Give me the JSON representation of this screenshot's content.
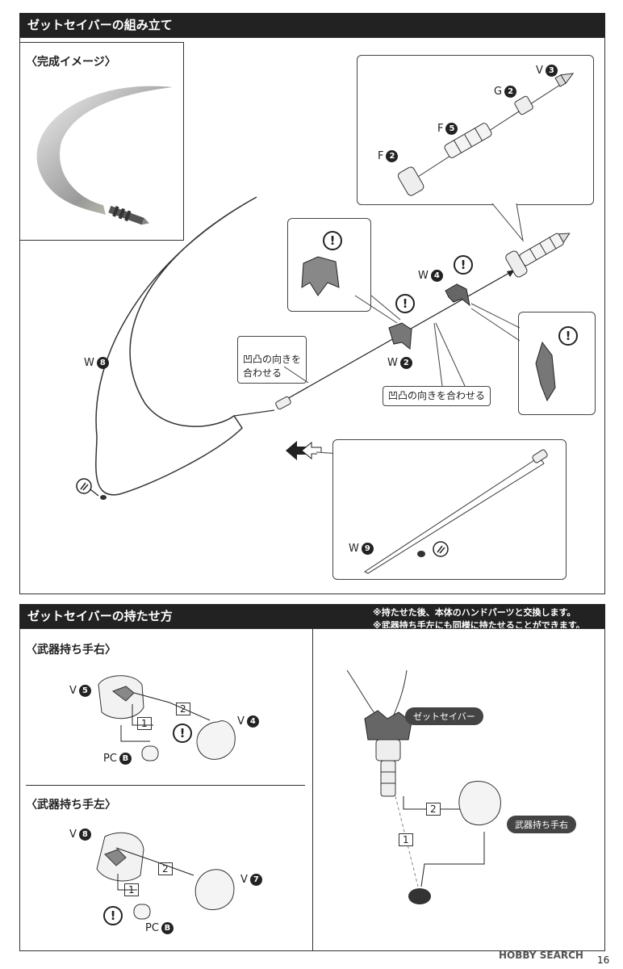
{
  "section1": {
    "title": "ゼットセイバーの組み立て",
    "preview_label": "〈完成イメージ〉",
    "parts": {
      "v3": {
        "letter": "V",
        "num": "3"
      },
      "g2": {
        "letter": "G",
        "num": "2"
      },
      "f5": {
        "letter": "F",
        "num": "5"
      },
      "f2": {
        "letter": "F",
        "num": "2"
      },
      "w4": {
        "letter": "W",
        "num": "4"
      },
      "w2": {
        "letter": "W",
        "num": "2"
      },
      "w8": {
        "letter": "W",
        "num": "8"
      },
      "w9": {
        "letter": "W",
        "num": "9"
      }
    },
    "note_align_1": "凹凸の向きを\n合わせる",
    "note_align_2": "凹凸の向きを合わせる",
    "warn_symbol": "!"
  },
  "section2": {
    "title": "ゼットセイバーの持たせ方",
    "notes": [
      "※持たせた後、本体のハンドパーツと交換します。",
      "※武器持ち手左にも同様に持たせることができます。"
    ],
    "right_hand": {
      "label": "〈武器持ち手右〉",
      "parts": {
        "v5": {
          "letter": "V",
          "num": "5"
        },
        "v4": {
          "letter": "V",
          "num": "4"
        },
        "pc": {
          "letter": "PC",
          "num": "B"
        }
      },
      "steps": [
        "1",
        "2"
      ]
    },
    "left_hand": {
      "label": "〈武器持ち手左〉",
      "parts": {
        "v8": {
          "letter": "V",
          "num": "8"
        },
        "v7": {
          "letter": "V",
          "num": "7"
        },
        "pc": {
          "letter": "PC",
          "num": "B"
        }
      },
      "steps": [
        "1",
        "2"
      ]
    },
    "tag_saber": "ゼットセイバー",
    "tag_hand": "武器持ち手右",
    "steps": [
      "1",
      "2"
    ]
  },
  "footer": {
    "watermark": "HOBBY SEARCH",
    "page_number": "16"
  },
  "colors": {
    "bar": "#222222",
    "line": "#333333"
  }
}
